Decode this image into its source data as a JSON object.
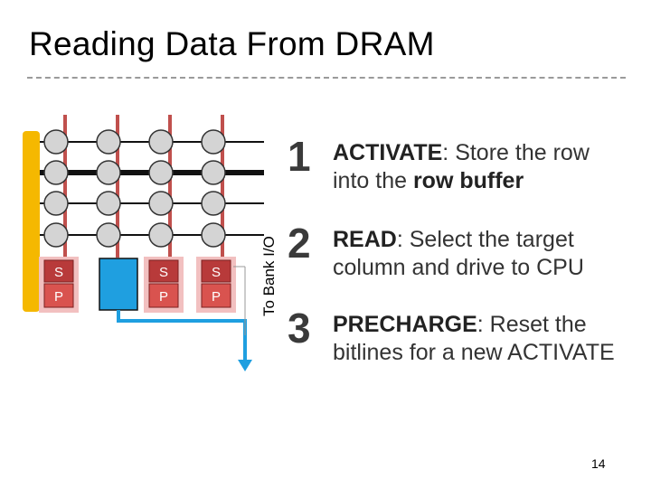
{
  "slide": {
    "title": "Reading Data From DRAM",
    "page_number": "14"
  },
  "diagram": {
    "io_label": "To Bank I/O",
    "sense_amp_label": "S",
    "precharge_label": "P",
    "colors": {
      "bitline": "#c0504d",
      "wordline": "#111111",
      "row_select": "#f5b800",
      "sense_box": "#b83a3a",
      "precharge_box": "#d9534f",
      "highlight": "#f2c0c0",
      "mux": "#1f9fe0",
      "path": "#1f9fe0"
    }
  },
  "steps": [
    {
      "num": "1",
      "keyword": "ACTIVATE",
      "line1": ": Store the row",
      "line2a": "into the ",
      "line2b": "row buffer"
    },
    {
      "num": "2",
      "keyword": "READ",
      "line1": ": Select the target",
      "line2": "column and drive to CPU"
    },
    {
      "num": "3",
      "keyword": "PRECHARGE",
      "line1": ": Reset the",
      "line2": "bitlines for a new ACTIVATE"
    }
  ]
}
